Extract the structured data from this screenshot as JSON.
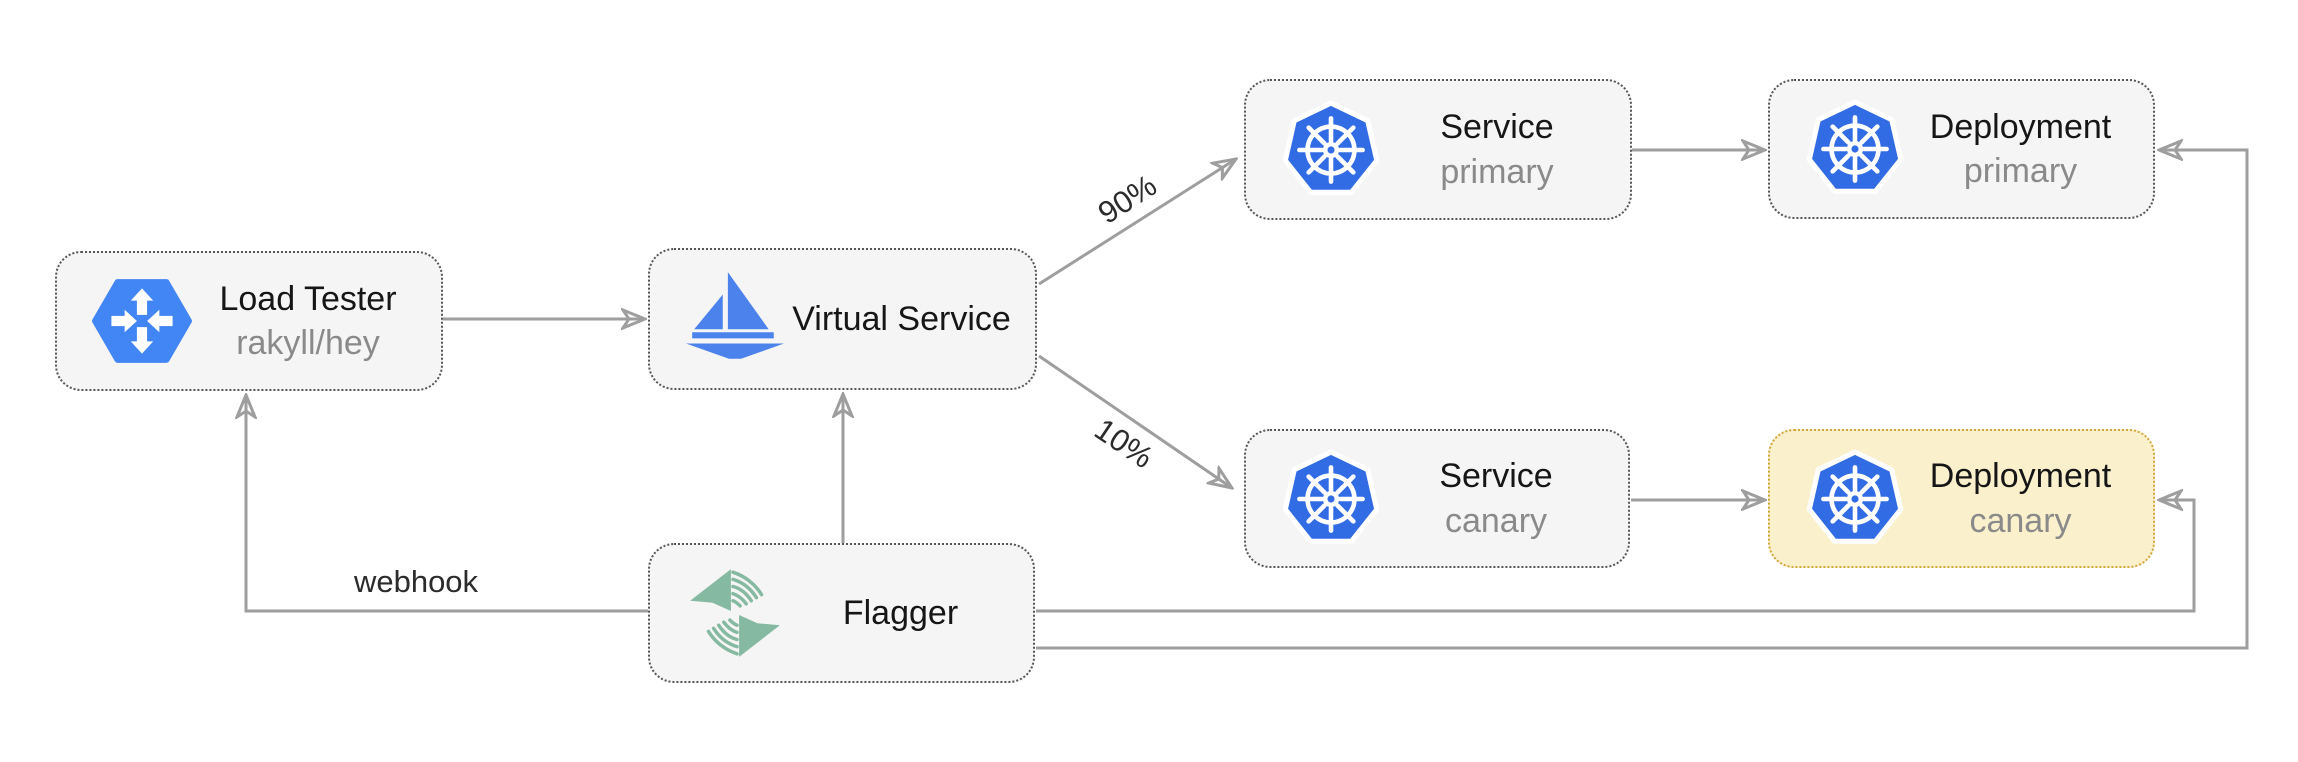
{
  "diagram": {
    "nodes": {
      "load_tester": {
        "title": "Load Tester",
        "subtitle": "rakyll/hey",
        "icon": "gcp-load-balancer-icon"
      },
      "virtual_service": {
        "title": "Virtual Service",
        "subtitle": "",
        "icon": "istio-sailboat-icon"
      },
      "service_primary": {
        "title": "Service",
        "subtitle": "primary",
        "icon": "kubernetes-icon"
      },
      "deployment_primary": {
        "title": "Deployment",
        "subtitle": "primary",
        "icon": "kubernetes-icon"
      },
      "service_canary": {
        "title": "Service",
        "subtitle": "canary",
        "icon": "kubernetes-icon"
      },
      "deployment_canary": {
        "title": "Deployment",
        "subtitle": "canary",
        "icon": "kubernetes-icon",
        "highlighted": true
      },
      "flagger": {
        "title": "Flagger",
        "subtitle": "",
        "icon": "flagger-icon"
      }
    },
    "edge_labels": {
      "primary_weight": "90%",
      "canary_weight": "10%",
      "webhook": "webhook"
    },
    "colors": {
      "background": "#ffffff",
      "box_fill": "#f5f5f5",
      "box_border": "#565656",
      "canary_fill": "#fbf0cc",
      "canary_border": "#d2a73b",
      "connector": "#9e9e9e",
      "kubernetes_blue": "#326ce5",
      "istio_blue": "#4c82ec",
      "load_balancer_blue": "#4285f4",
      "flagger_green": "#86b9a2",
      "title_text": "#161616",
      "subtitle_text": "#8a8a8a"
    }
  }
}
